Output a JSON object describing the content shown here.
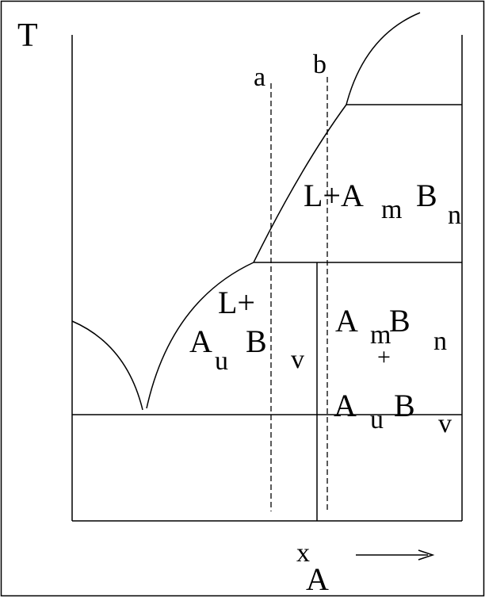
{
  "diagram": {
    "axis_label_temperature": "T",
    "axis_label_composition": "x",
    "axis_label_composition_sub": "A",
    "line_labels": {
      "a": "a",
      "b": "b"
    },
    "regions": {
      "liquid_plus_ambn": {
        "main": "L+A",
        "sub_m": "m",
        "mid": "B",
        "sub_n": "n"
      },
      "liquid_plus_aubv": {
        "line1": "L+",
        "a": "A",
        "sub_u": "u",
        "b": "B",
        "sub_v": "v"
      },
      "ambn_plus_aubv": {
        "a1": "A",
        "sub_m": "m",
        "b1": "B",
        "sub_n": "n",
        "plus": "+",
        "a2": "A",
        "sub_u": "u",
        "b2": "B",
        "sub_v": "v"
      }
    },
    "colors": {
      "line": "#000000",
      "background": "#ffffff"
    }
  }
}
